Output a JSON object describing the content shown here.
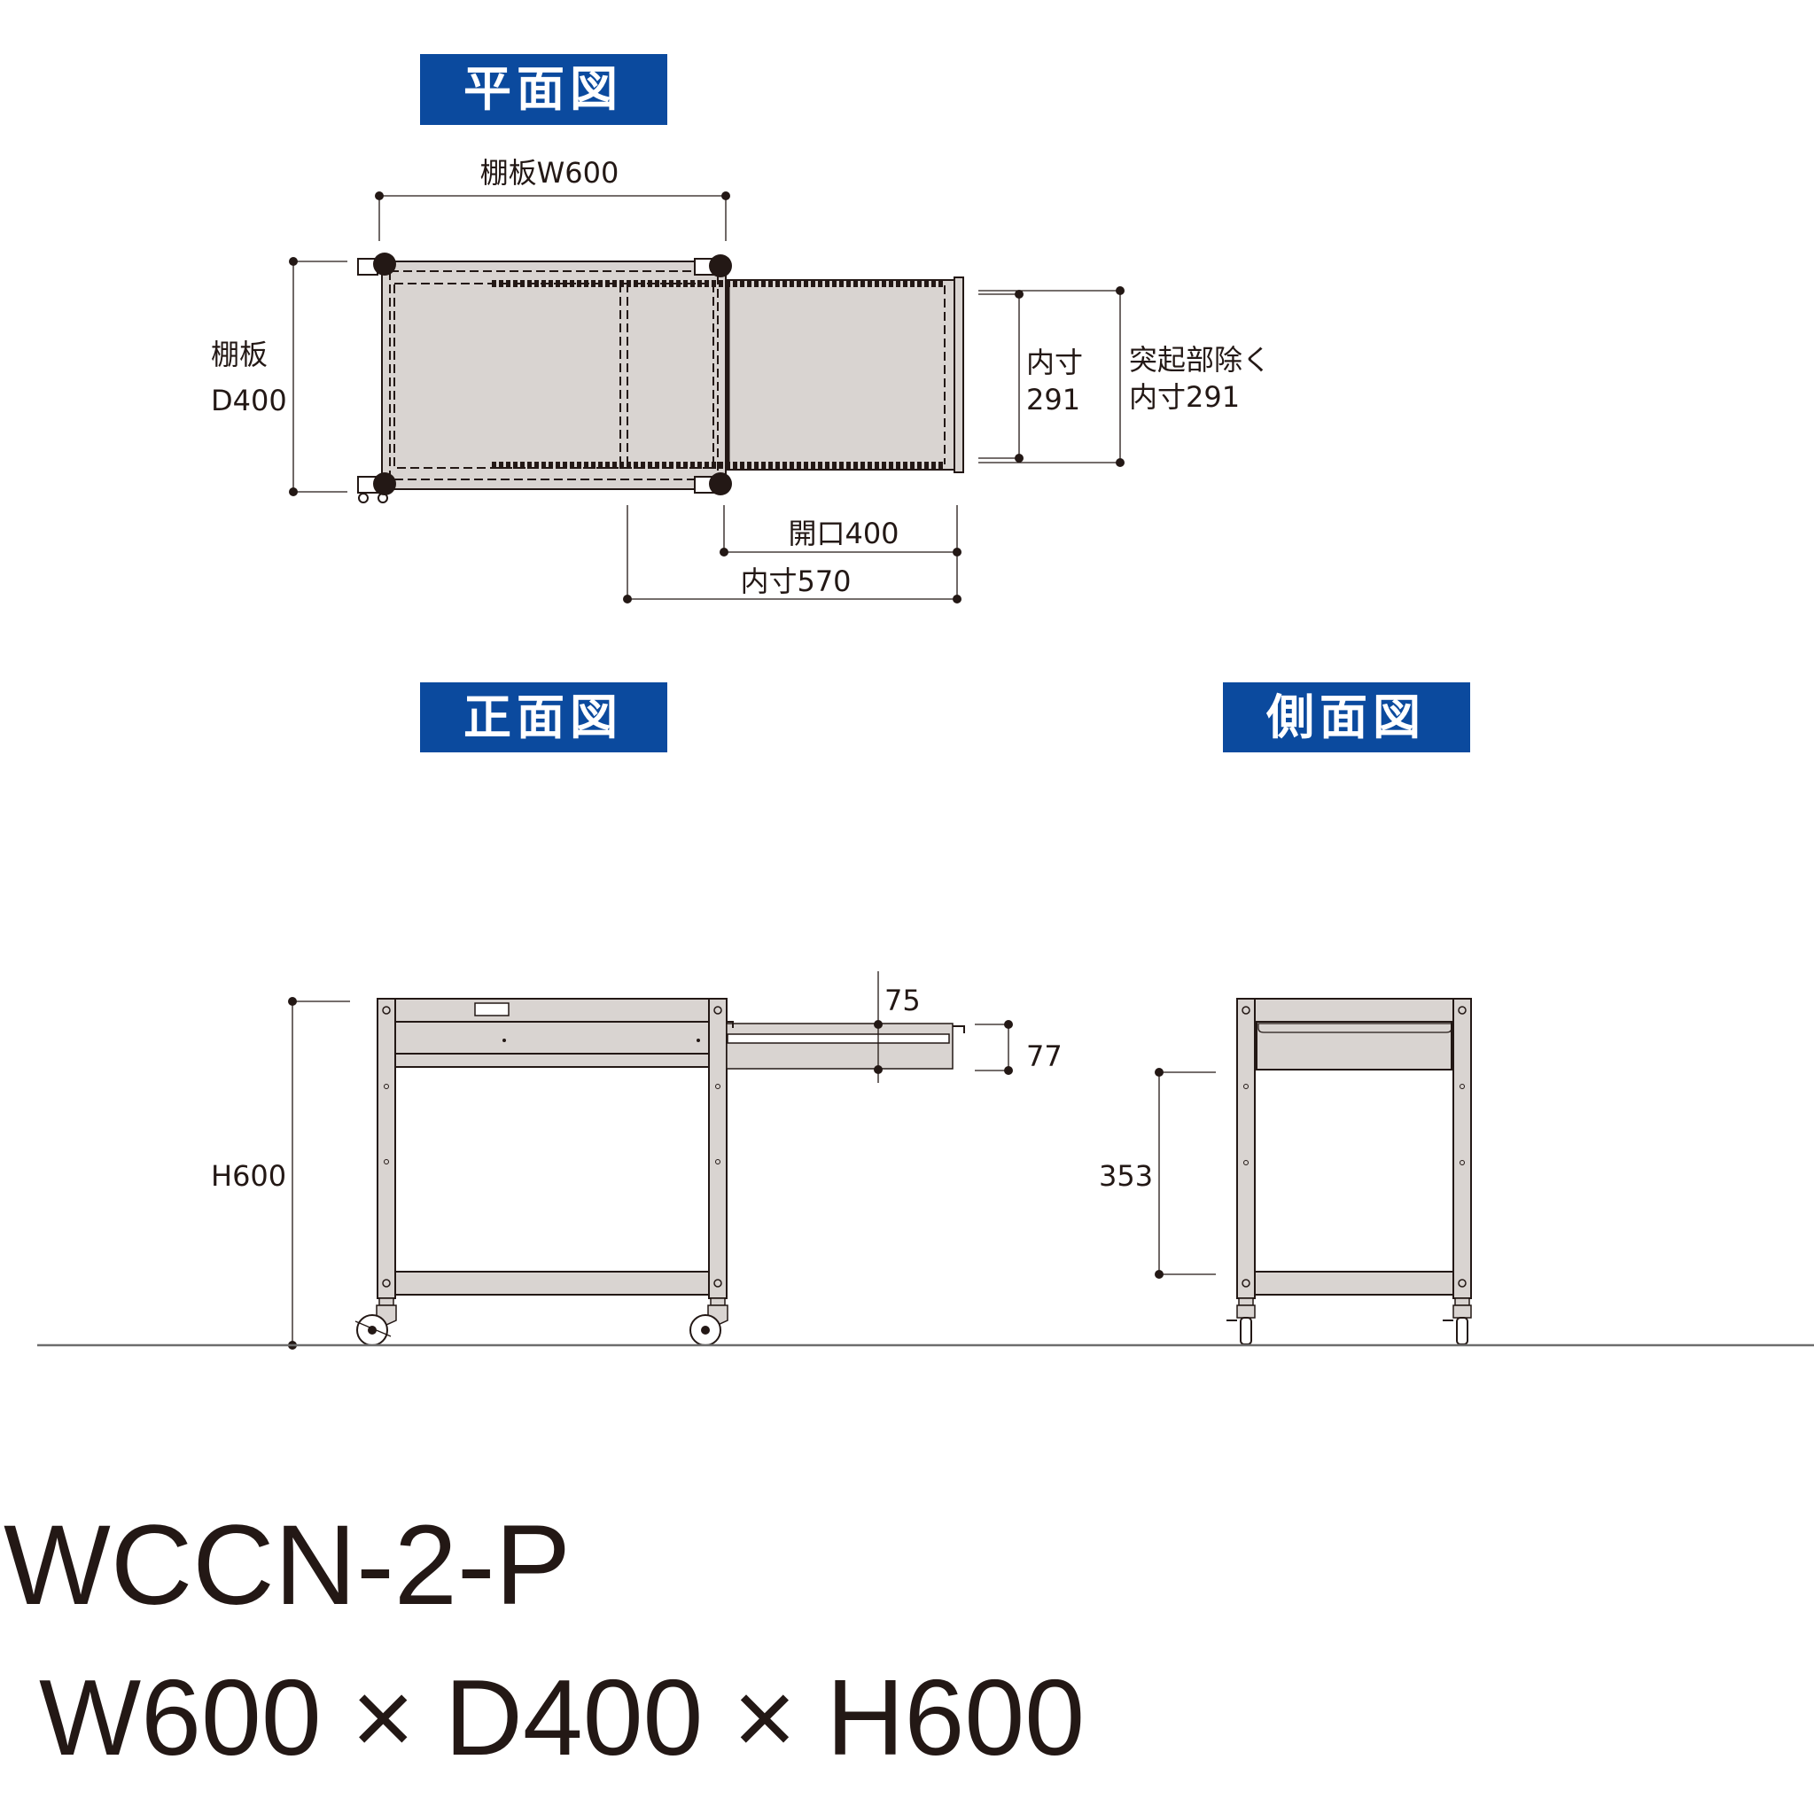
{
  "colors": {
    "banner_bg": "#0b4a9e",
    "banner_text": "#ffffff",
    "part_fill": "#d9d4d1",
    "ink": "#231815"
  },
  "plan_view": {
    "title": "平面図",
    "dims": {
      "shelf_width": "棚板W600",
      "shelf_depth_line1": "棚板",
      "shelf_depth_line2": "D400",
      "inner_line1": "内寸",
      "inner_line2": "291",
      "excl_line1": "突起部除く",
      "excl_line2": "内寸291",
      "opening": "開口400",
      "inner_length": "内寸570"
    }
  },
  "front_view": {
    "title": "正面図",
    "dims": {
      "height": "H600",
      "drawer_top": "75",
      "drawer_height": "77"
    }
  },
  "side_view": {
    "title": "側面図",
    "dims": {
      "shelf_gap": "353"
    }
  },
  "product": {
    "model": "WCCN-2-P",
    "size": "W600 × D400 × H600"
  }
}
